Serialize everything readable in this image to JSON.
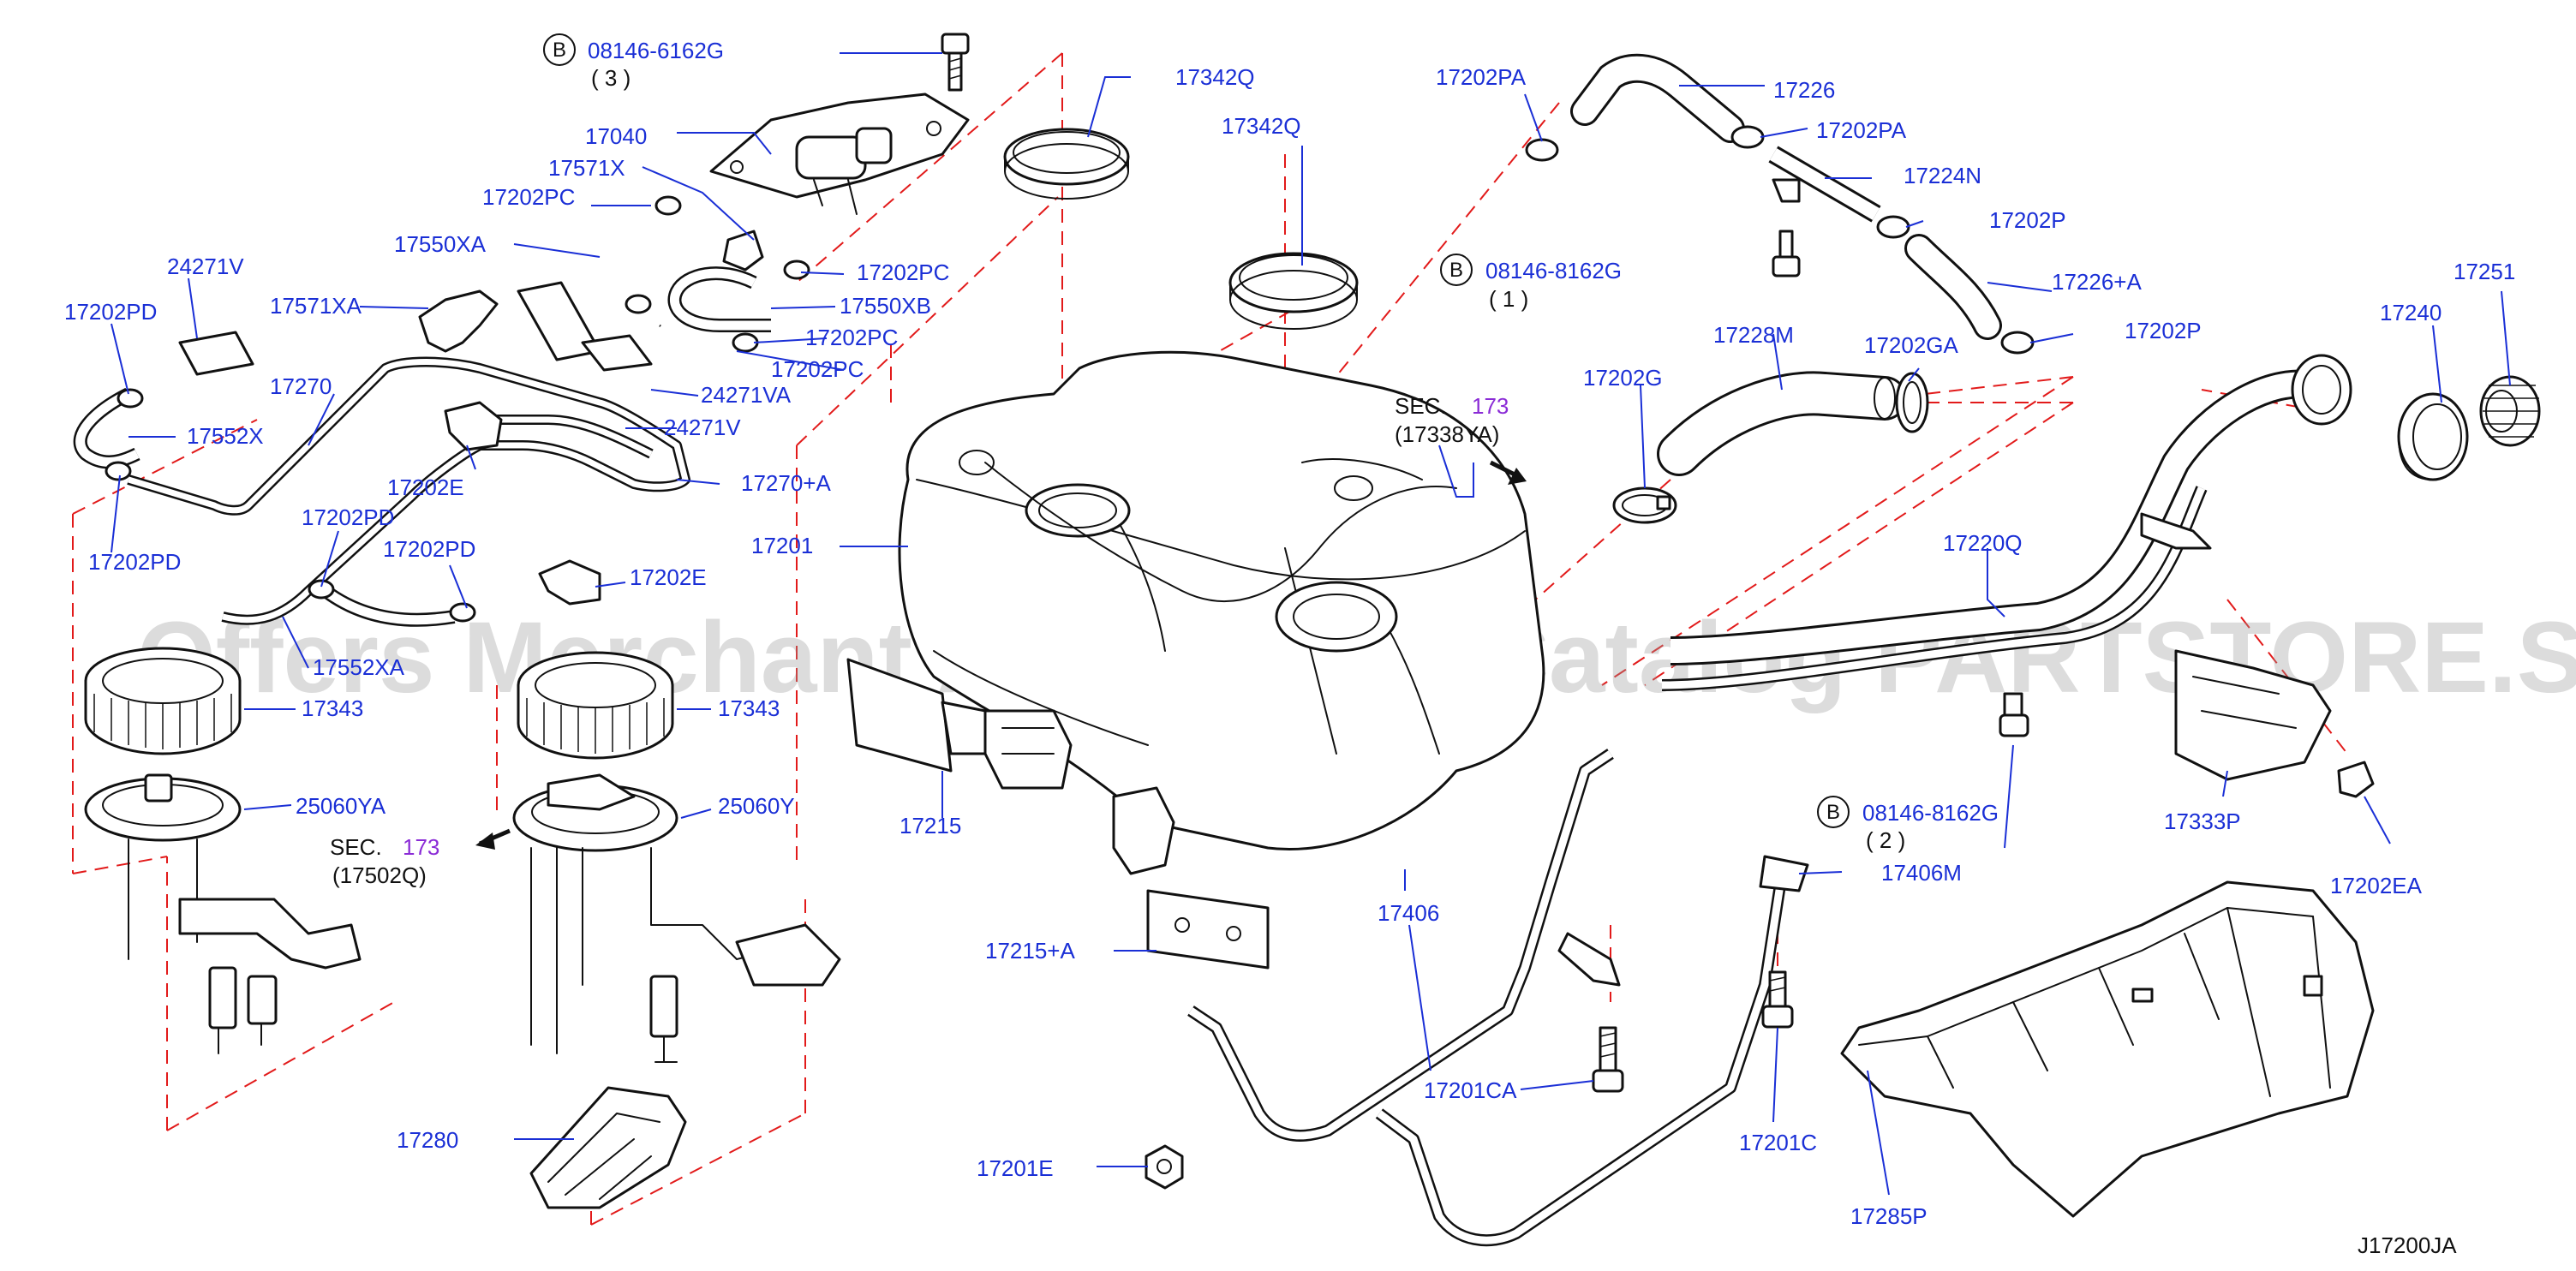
{
  "diagram_code": "J17200JA",
  "watermark": "Offers Merchant Auto Parts Catalog PARTSTORE.SA",
  "bolt_marker": "B",
  "bolt_refs": [
    {
      "part": "08146-6162G",
      "qty": "( 3 )"
    },
    {
      "part": "08146-8162G",
      "qty": "( 1 )"
    },
    {
      "part": "08146-8162G",
      "qty": "( 2 )"
    }
  ],
  "sec_refs": [
    {
      "prefix": "SEC.",
      "num": "173",
      "sub": "(17338YA)"
    },
    {
      "prefix": "SEC.",
      "num": "173",
      "sub": "(17502Q)"
    }
  ],
  "labels": {
    "p17342Q_a": "17342Q",
    "p17342Q_b": "17342Q",
    "p17202PA_a": "17202PA",
    "p17226": "17226",
    "p17202PA_b": "17202PA",
    "p17224N": "17224N",
    "p17202P_a": "17202P",
    "p17226A": "17226+A",
    "p17202P_b": "17202P",
    "p17251": "17251",
    "p17240": "17240",
    "p17040": "17040",
    "p17571X": "17571X",
    "p17202PC_a": "17202PC",
    "p17550XA": "17550XA",
    "p17202PC_b": "17202PC",
    "p17550XB": "17550XB",
    "p17202PC_c": "17202PC",
    "p17202PC_d": "17202PC",
    "p24271V_a": "24271V",
    "p17571XA": "17571XA",
    "p17202PD_a": "17202PD",
    "p17270": "17270",
    "p17552X": "17552X",
    "p17202E_a": "17202E",
    "p24271VA": "24271VA",
    "p24271V_b": "24271V",
    "p17270A": "17270+A",
    "p17202PD_b": "17202PD",
    "p17202PD_c": "17202PD",
    "p17202PD_d": "17202PD",
    "p17202E_b": "17202E",
    "p17201": "17201",
    "p17552XA": "17552XA",
    "p17343_a": "17343",
    "p17343_b": "17343",
    "p25060YA": "25060YA",
    "p25060Y": "25060Y",
    "p17215": "17215",
    "p17215A": "17215+A",
    "p17280": "17280",
    "p17228M": "17228M",
    "p17202GA": "17202GA",
    "p17202G": "17202G",
    "p17220Q": "17220Q",
    "p17333P": "17333P",
    "p17202EA": "17202EA",
    "p17406M": "17406M",
    "p17406": "17406",
    "p17201CA": "17201CA",
    "p17201C": "17201C",
    "p17201E": "17201E",
    "p17285P": "17285P"
  }
}
